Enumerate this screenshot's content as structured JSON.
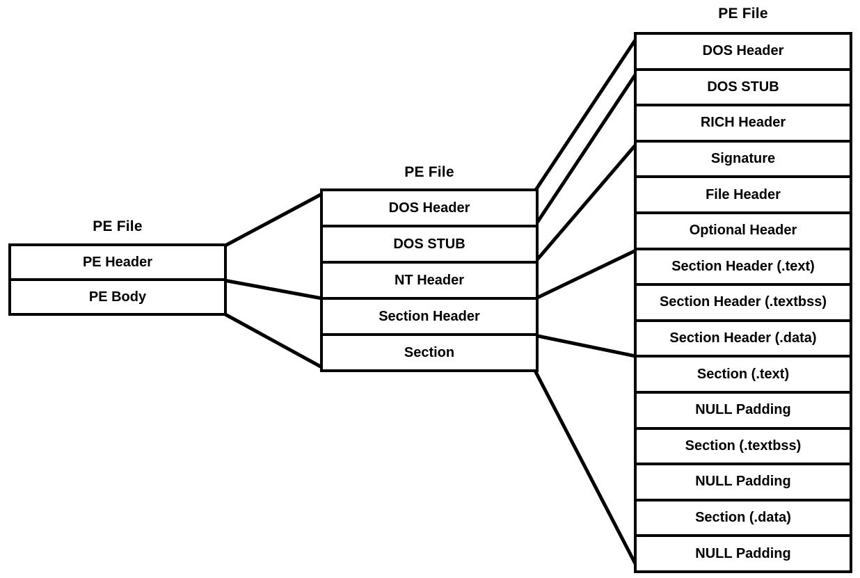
{
  "diagram": {
    "columns": [
      {
        "title": "PE File",
        "rows": [
          "PE Header",
          "PE Body"
        ]
      },
      {
        "title": "PE File",
        "rows": [
          "DOS Header",
          "DOS STUB",
          "NT Header",
          "Section Header",
          "Section"
        ]
      },
      {
        "title": "PE File",
        "rows": [
          "DOS Header",
          "DOS STUB",
          "RICH Header",
          "Signature",
          "File Header",
          "Optional Header",
          "Section Header (.text)",
          "Section Header (.textbss)",
          "Section Header (.data)",
          "Section (.text)",
          "NULL Padding",
          "Section (.textbss)",
          "NULL Padding",
          "Section (.data)",
          "NULL Padding"
        ]
      }
    ],
    "colors": {
      "line": "#000000",
      "text": "#000000",
      "background": "#ffffff"
    }
  }
}
